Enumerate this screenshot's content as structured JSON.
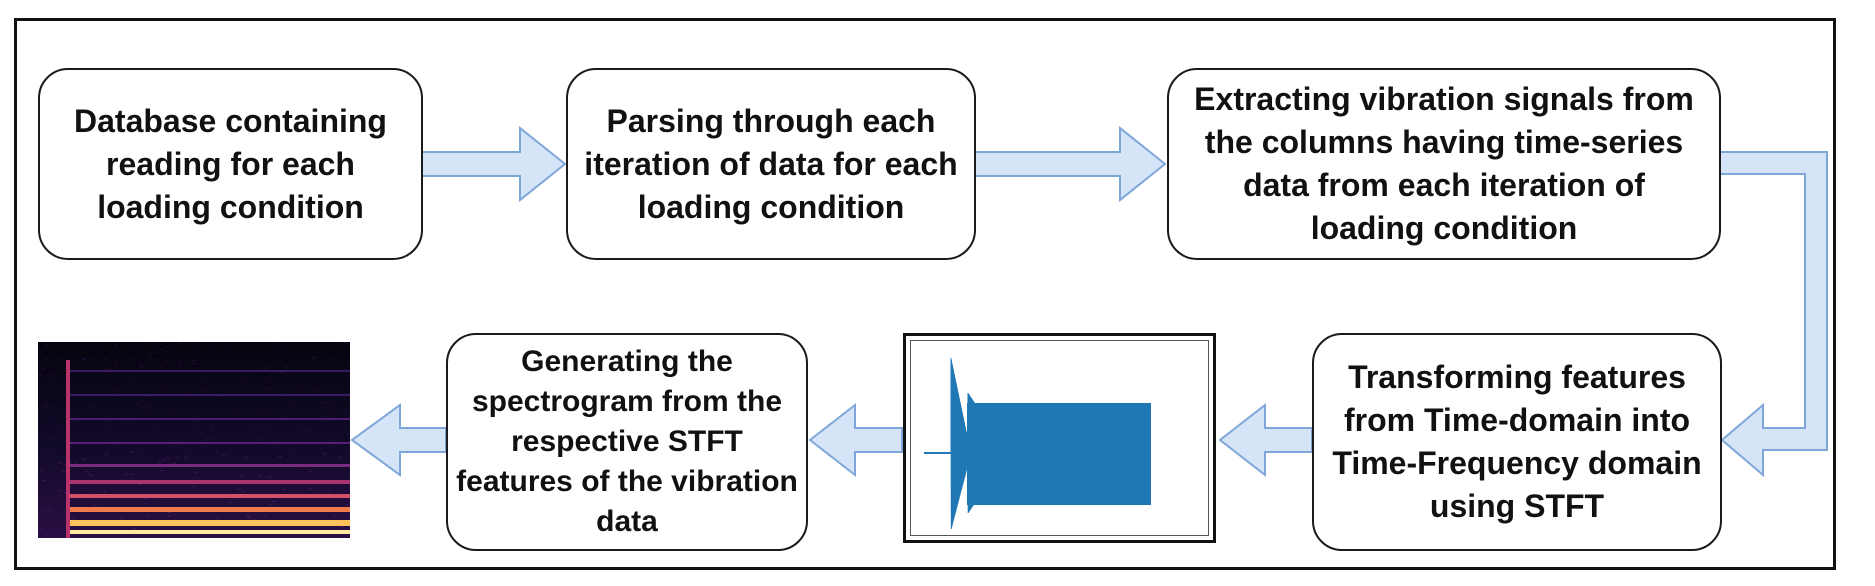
{
  "diagram": {
    "steps": [
      {
        "id": "step-database",
        "text": "Database containing reading for each loading condition"
      },
      {
        "id": "step-parsing",
        "text": "Parsing through each iteration of data for each loading condition"
      },
      {
        "id": "step-extracting",
        "text": "Extracting vibration signals from the columns having time-series data from each iteration of loading condition"
      },
      {
        "id": "step-transforming",
        "text": "Transforming features from Time-domain into Time-Frequency domain using STFT"
      },
      {
        "id": "step-generating",
        "text": "Generating the spectrogram from the respective STFT features of the vibration data"
      }
    ],
    "images": {
      "signal": "vibration-signal-plot",
      "spectrogram": "spectrogram-image"
    },
    "colors": {
      "arrow_fill": "#d6e4f7",
      "arrow_stroke": "#7ea6d8",
      "signal": "#1f77b4",
      "border": "#111111"
    }
  }
}
